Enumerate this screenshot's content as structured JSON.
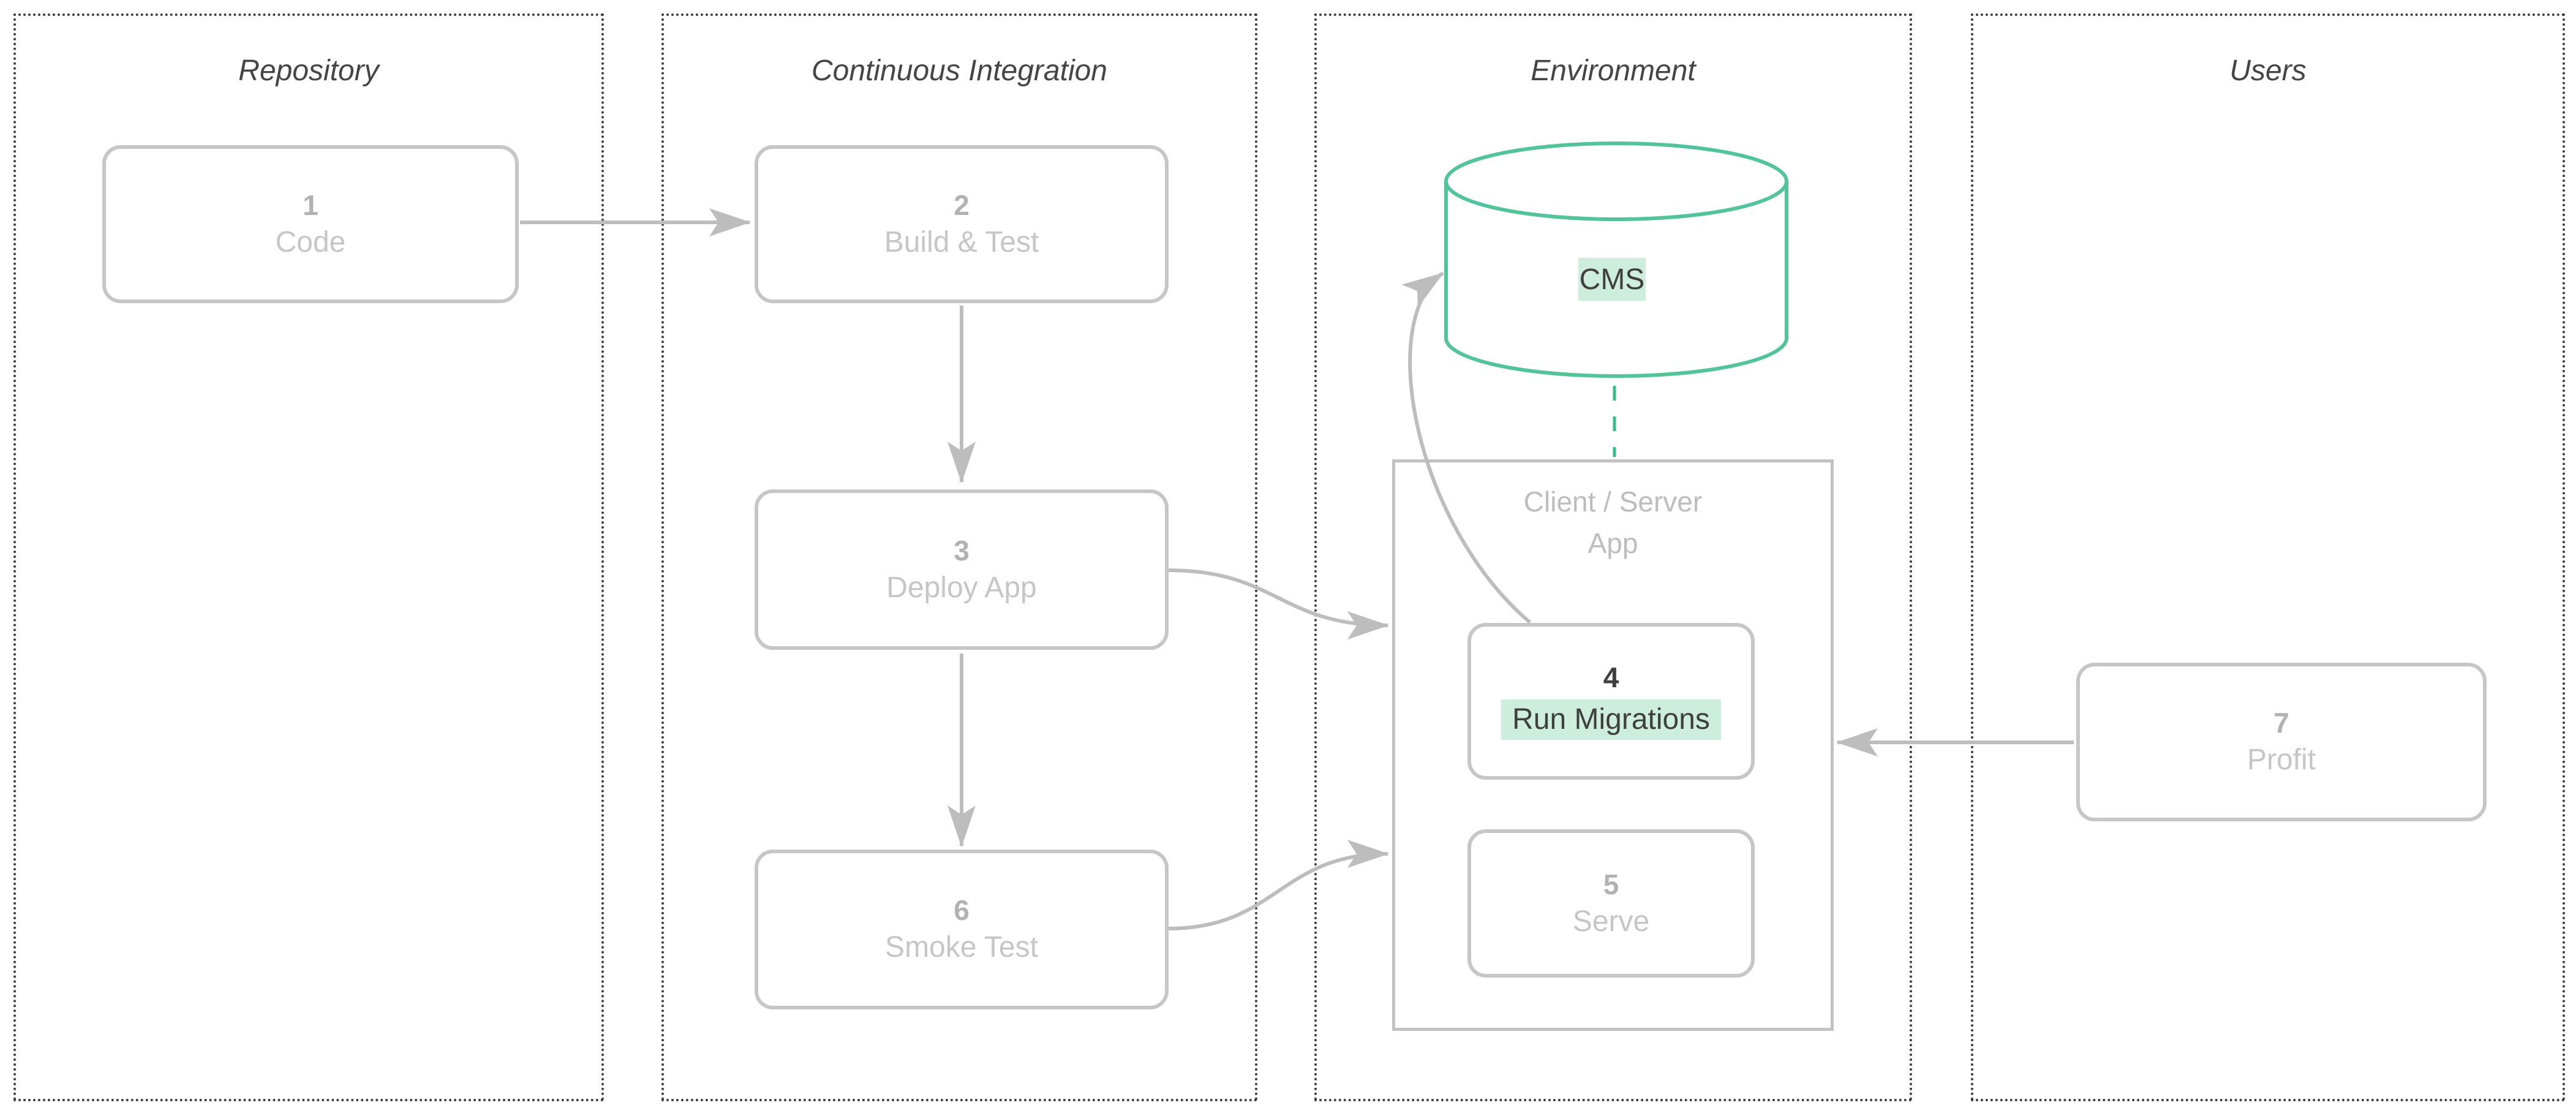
{
  "colors": {
    "c-green": "#53C399",
    "c-green-dash": "#36BD8A",
    "c-hl": "#CDEEDC",
    "c-arrow": "#BDBDBD",
    "c-box-border": "#C6C6C6",
    "c-group-border": "#C2C2C2",
    "c-num": "#B2B2B2",
    "c-label": "#C6C6C6",
    "c-dark": "#3F3F3F",
    "c-col-border": "#3D3D3D",
    "c-title": "#454545",
    "c-group-label": "#BDBDBD"
  },
  "columns": {
    "repository": {
      "title": "Repository"
    },
    "ci": {
      "title": "Continuous Integration"
    },
    "environment": {
      "title": "Environment"
    },
    "users": {
      "title": "Users"
    }
  },
  "nodes": {
    "code": {
      "number": "1",
      "label": "Code"
    },
    "build_test": {
      "number": "2",
      "label": "Build & Test"
    },
    "deploy_app": {
      "number": "3",
      "label": "Deploy App"
    },
    "run_migrations": {
      "number": "4",
      "label": "Run Migrations",
      "highlighted": true
    },
    "serve": {
      "number": "5",
      "label": "Serve"
    },
    "smoke_test": {
      "number": "6",
      "label": "Smoke Test"
    },
    "profit": {
      "number": "7",
      "label": "Profit"
    }
  },
  "groups": {
    "client_server_app": {
      "label_line1": "Client / Server",
      "label_line2": "App"
    },
    "cms": {
      "label": "CMS",
      "shape": "database-cylinder"
    }
  },
  "edges": [
    {
      "from": "code",
      "to": "build_test"
    },
    {
      "from": "build_test",
      "to": "deploy_app"
    },
    {
      "from": "deploy_app",
      "to": "smoke_test"
    },
    {
      "from": "deploy_app",
      "to": "client_server_app"
    },
    {
      "from": "smoke_test",
      "to": "client_server_app"
    },
    {
      "from": "run_migrations",
      "to": "cms"
    },
    {
      "from": "profit",
      "to": "client_server_app"
    }
  ]
}
